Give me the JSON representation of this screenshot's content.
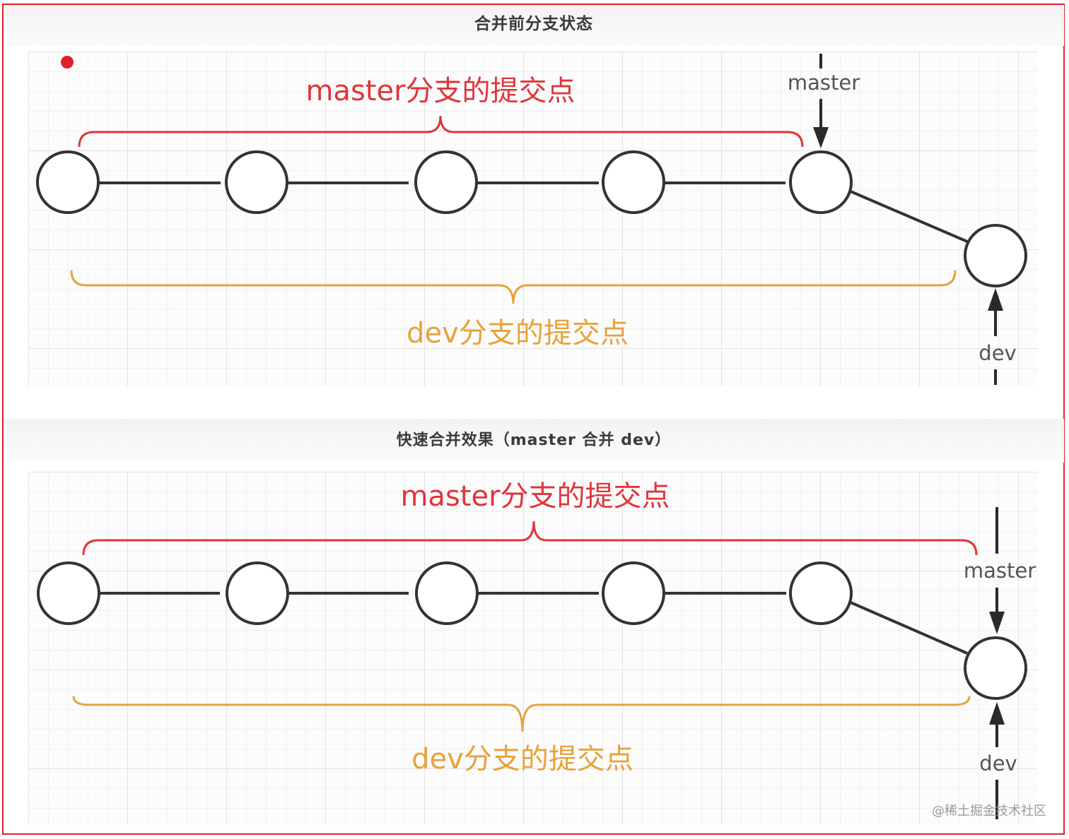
{
  "panels": [
    {
      "heading": "合并前分支状态",
      "master_label": "master分支的提交点",
      "dev_label": "dev分支的提交点",
      "pointer_master": "master",
      "pointer_dev": "dev"
    },
    {
      "heading": "快速合并效果（master 合并 dev）",
      "master_label": "master分支的提交点",
      "dev_label": "dev分支的提交点",
      "pointer_master": "master",
      "pointer_dev": "dev"
    }
  ],
  "watermark": "@稀土掘金技术社区",
  "colors": {
    "master": "#e0353a",
    "dev": "#e8a23a",
    "node_stroke": "#333333",
    "frame": "#e0202a"
  }
}
